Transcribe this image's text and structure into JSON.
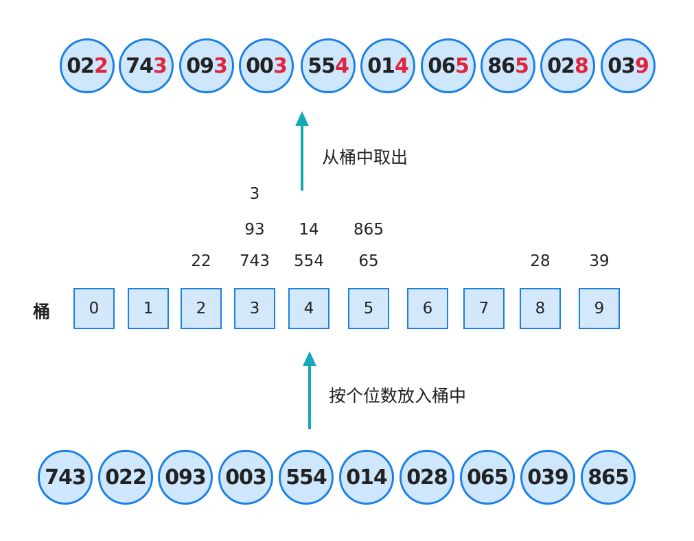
{
  "top_row": [
    {
      "prefix": "02",
      "digit": "2"
    },
    {
      "prefix": "74",
      "digit": "3"
    },
    {
      "prefix": "09",
      "digit": "3"
    },
    {
      "prefix": "00",
      "digit": "3"
    },
    {
      "prefix": "55",
      "digit": "4"
    },
    {
      "prefix": "01",
      "digit": "4"
    },
    {
      "prefix": "06",
      "digit": "5"
    },
    {
      "prefix": "86",
      "digit": "5"
    },
    {
      "prefix": "02",
      "digit": "8"
    },
    {
      "prefix": "03",
      "digit": "9"
    }
  ],
  "take_out_label": "从桶中取出",
  "bucket_title": "桶",
  "buckets": [
    "0",
    "1",
    "2",
    "3",
    "4",
    "5",
    "6",
    "7",
    "8",
    "9"
  ],
  "bucket_contents": [
    {
      "bucket": "2",
      "values": [
        "22"
      ]
    },
    {
      "bucket": "3",
      "values": [
        "743",
        "93",
        "3"
      ]
    },
    {
      "bucket": "4",
      "values": [
        "554",
        "14"
      ]
    },
    {
      "bucket": "5",
      "values": [
        "65",
        "865"
      ]
    },
    {
      "bucket": "8",
      "values": [
        "28"
      ]
    },
    {
      "bucket": "9",
      "values": [
        "39"
      ]
    }
  ],
  "put_in_label": "按个位数放入桶中",
  "bottom_row": [
    "743",
    "022",
    "093",
    "003",
    "554",
    "014",
    "028",
    "065",
    "039",
    "865"
  ],
  "colors": {
    "circle_border": "#1a7fe6",
    "circle_fill": "#cfe7fd",
    "highlight": "#e0263f",
    "arrow": "#17a8b5"
  }
}
